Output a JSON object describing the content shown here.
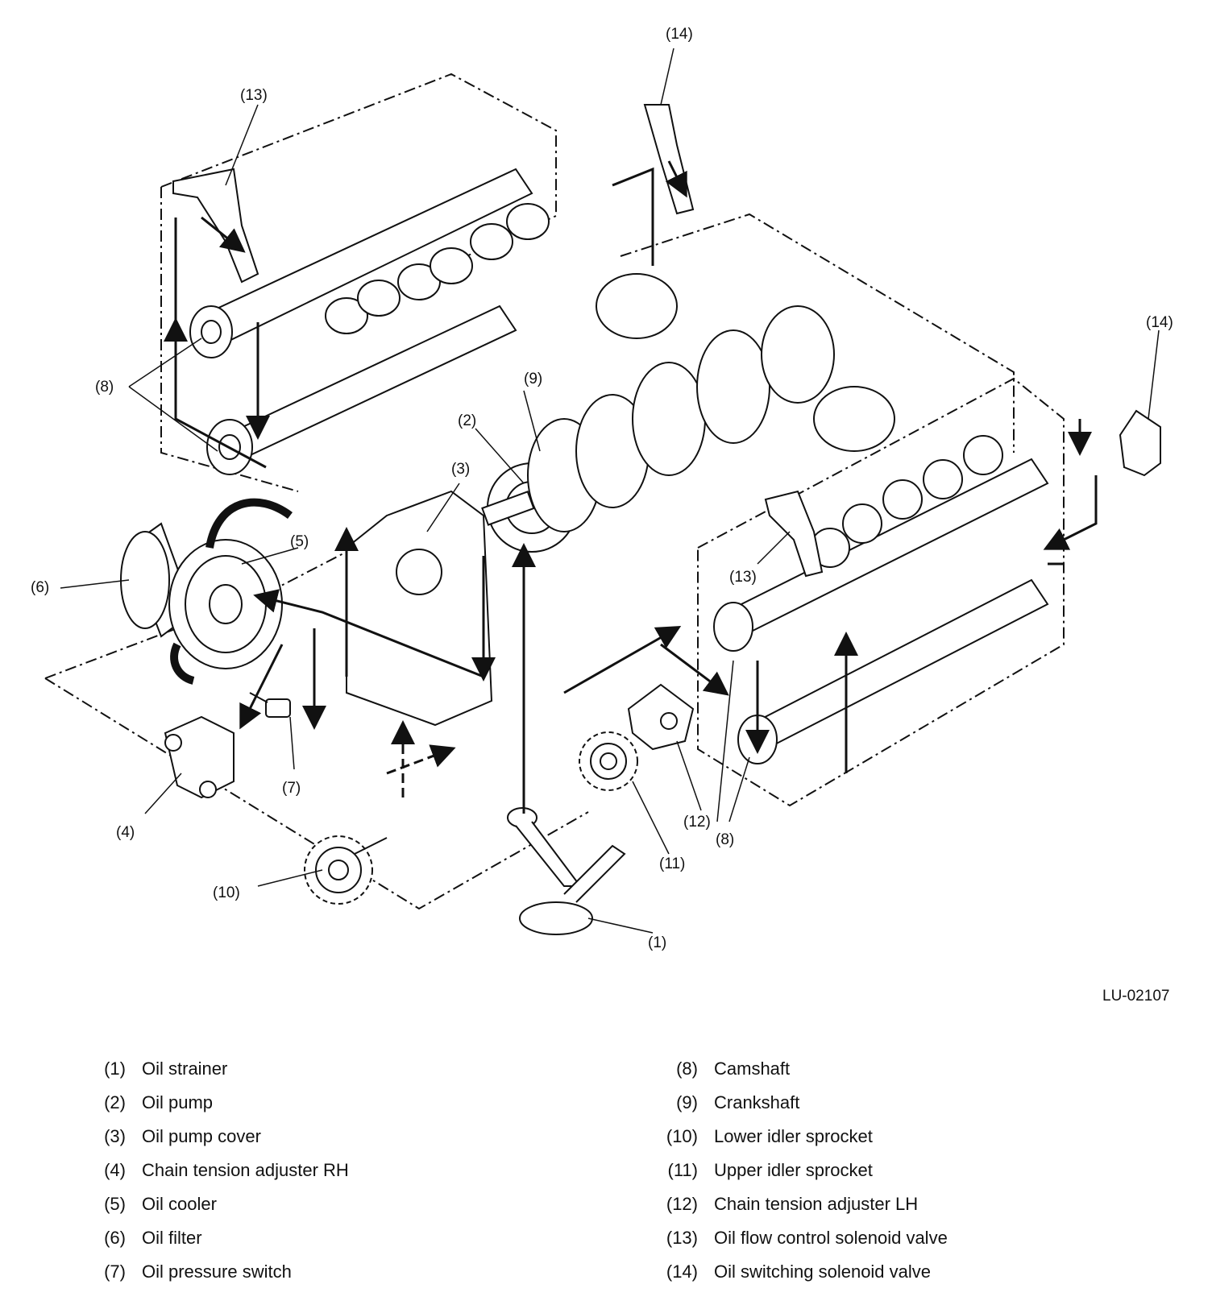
{
  "figure_id": "LU-02107",
  "callouts": {
    "c1": "(1)",
    "c2": "(2)",
    "c3": "(3)",
    "c4": "(4)",
    "c5": "(5)",
    "c6": "(6)",
    "c7": "(7)",
    "c8a": "(8)",
    "c8b": "(8)",
    "c9": "(9)",
    "c10": "(10)",
    "c11": "(11)",
    "c12": "(12)",
    "c13a": "(13)",
    "c13b": "(13)",
    "c14a": "(14)",
    "c14b": "(14)"
  },
  "legend": {
    "left": [
      {
        "num": "(1)",
        "label": "Oil strainer"
      },
      {
        "num": "(2)",
        "label": "Oil pump"
      },
      {
        "num": "(3)",
        "label": "Oil pump cover"
      },
      {
        "num": "(4)",
        "label": "Chain tension adjuster RH"
      },
      {
        "num": "(5)",
        "label": "Oil cooler"
      },
      {
        "num": "(6)",
        "label": "Oil filter"
      },
      {
        "num": "(7)",
        "label": "Oil pressure switch"
      }
    ],
    "right": [
      {
        "num": "(8)",
        "label": "Camshaft"
      },
      {
        "num": "(9)",
        "label": "Crankshaft"
      },
      {
        "num": "(10)",
        "label": "Lower idler sprocket"
      },
      {
        "num": "(11)",
        "label": "Upper idler sprocket"
      },
      {
        "num": "(12)",
        "label": "Chain tension adjuster LH"
      },
      {
        "num": "(13)",
        "label": "Oil flow control solenoid valve"
      },
      {
        "num": "(14)",
        "label": "Oil switching solenoid valve"
      }
    ]
  }
}
